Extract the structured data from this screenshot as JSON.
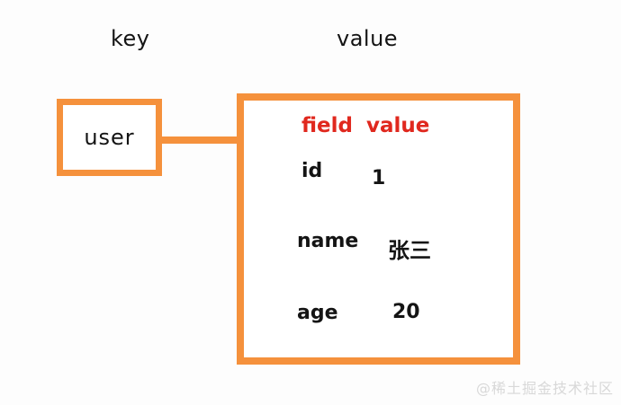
{
  "colors": {
    "orange": "#F5913C",
    "red": "#E0281E",
    "ink": "#141414",
    "watermark": "#D8D8D8",
    "background": "#FDFDFD"
  },
  "column_labels": {
    "key": "key",
    "value": "value"
  },
  "key_box": {
    "text": "user"
  },
  "hash_table": {
    "header": {
      "field": "field",
      "value": "value"
    },
    "rows": [
      {
        "field": "id",
        "value": "1"
      },
      {
        "field": "name",
        "value": "张三"
      },
      {
        "field": "age",
        "value": "20"
      }
    ]
  },
  "watermark": {
    "text": "@稀土掘金技术社区"
  }
}
